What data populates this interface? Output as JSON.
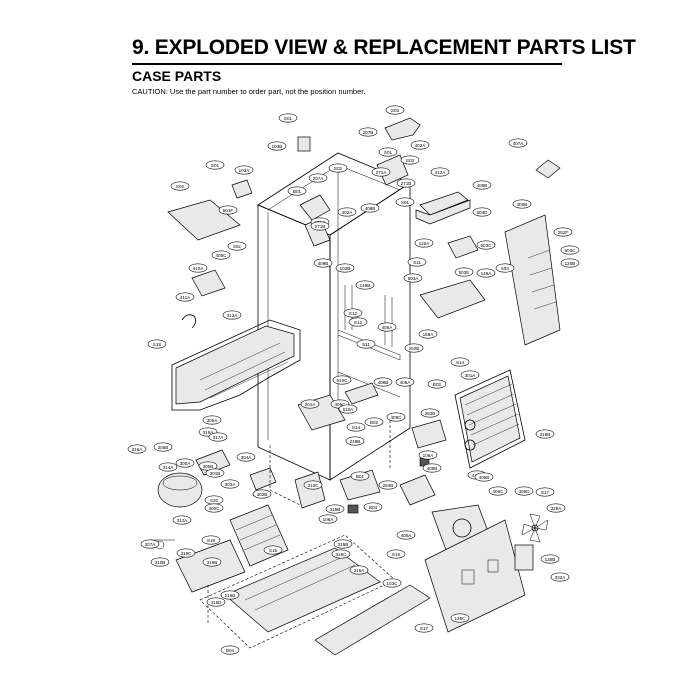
{
  "header": {
    "title": "9. EXPLODED VIEW & REPLACEMENT PARTS LIST",
    "subtitle": "CASE PARTS",
    "caution": "CAUTION: Use the part number to order part, not the position number."
  },
  "callouts": [
    "S03",
    "S01",
    "207B",
    "402A",
    "103B",
    "S01",
    "271A",
    "412A",
    "207A",
    "S02",
    "S03",
    "271B",
    "S01",
    "103A",
    "S02",
    "B01",
    "402A",
    "406B",
    "407A",
    "501F",
    "S01",
    "406B",
    "400B",
    "120A",
    "503D",
    "503C",
    "252F",
    "602",
    "405C",
    "271C",
    "102B",
    "S11",
    "503E",
    "503C",
    "603",
    "120B",
    "149A",
    "503A",
    "409B",
    "410A",
    "271B",
    "411A",
    "149B",
    "S12",
    "S13",
    "158A",
    "406A",
    "313A",
    "S18",
    "S11",
    "252B",
    "S14",
    "301A",
    "B02",
    "510C",
    "408B",
    "406A",
    "201A",
    "405C",
    "610A",
    "409C",
    "283B",
    "S14",
    "B02",
    "316B",
    "305A",
    "318A",
    "317A",
    "305B",
    "249B",
    "106A",
    "409B",
    "316A",
    "305B",
    "300A",
    "304A",
    "301B",
    "B01",
    "314A",
    "303A",
    "302B",
    "310C",
    "283B",
    "412A",
    "405B",
    "405C",
    "405D",
    "S17",
    "S20",
    "400C",
    "328A",
    "312A",
    "315B",
    "S19",
    "B03",
    "106A",
    "405A",
    "316B",
    "135B",
    "319C",
    "307A",
    "310B",
    "S15",
    "315B",
    "315C",
    "S16",
    "315A",
    "103C",
    "332A",
    "315D",
    "215B",
    "135C",
    "S17",
    "B04"
  ]
}
